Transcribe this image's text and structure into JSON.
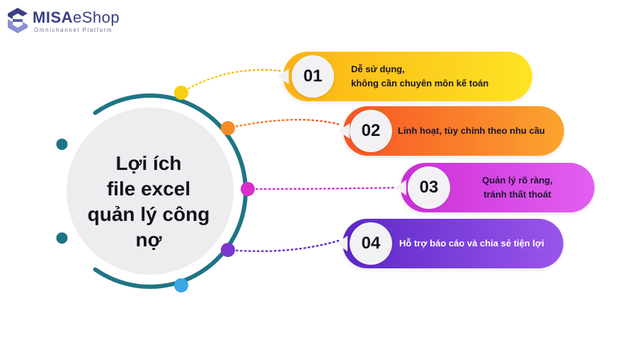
{
  "brand": {
    "name_bold": "MISA",
    "name_light": "eShop",
    "tagline": "Omnichannel Platform",
    "colors": {
      "dark": "#3a3f86",
      "light": "#8b8fd6"
    }
  },
  "diagram": {
    "title_lines": [
      "Lợi ích",
      "file excel",
      "quản lý công",
      "nợ"
    ],
    "ring_color": "#1e7585",
    "items": [
      {
        "number": "01",
        "lines": [
          "Dễ sử dụng,",
          "không cần chuyên môn kế toán"
        ],
        "gradient": [
          "#fbb215",
          "#fde424"
        ],
        "dot": "#f8cf0e",
        "text_color": "dark"
      },
      {
        "number": "02",
        "lines": [
          "Linh hoạt, tùy chỉnh theo nhu cầu"
        ],
        "gradient": [
          "#f85325",
          "#fba52e"
        ],
        "dot": "#f58b26",
        "text_color": "dark"
      },
      {
        "number": "03",
        "lines": [
          "Quản lý rõ ràng,",
          "tránh thất thoát"
        ],
        "gradient": [
          "#cb2fd6",
          "#e35ff2"
        ],
        "dot": "#d630c8",
        "text_color": "dark"
      },
      {
        "number": "04",
        "lines": [
          "Hỗ trợ báo cáo và chia sẻ tiện lợi"
        ],
        "gradient": [
          "#5b28c8",
          "#9b55eb"
        ],
        "dot": "#7a36cf",
        "text_color": "white"
      }
    ]
  }
}
